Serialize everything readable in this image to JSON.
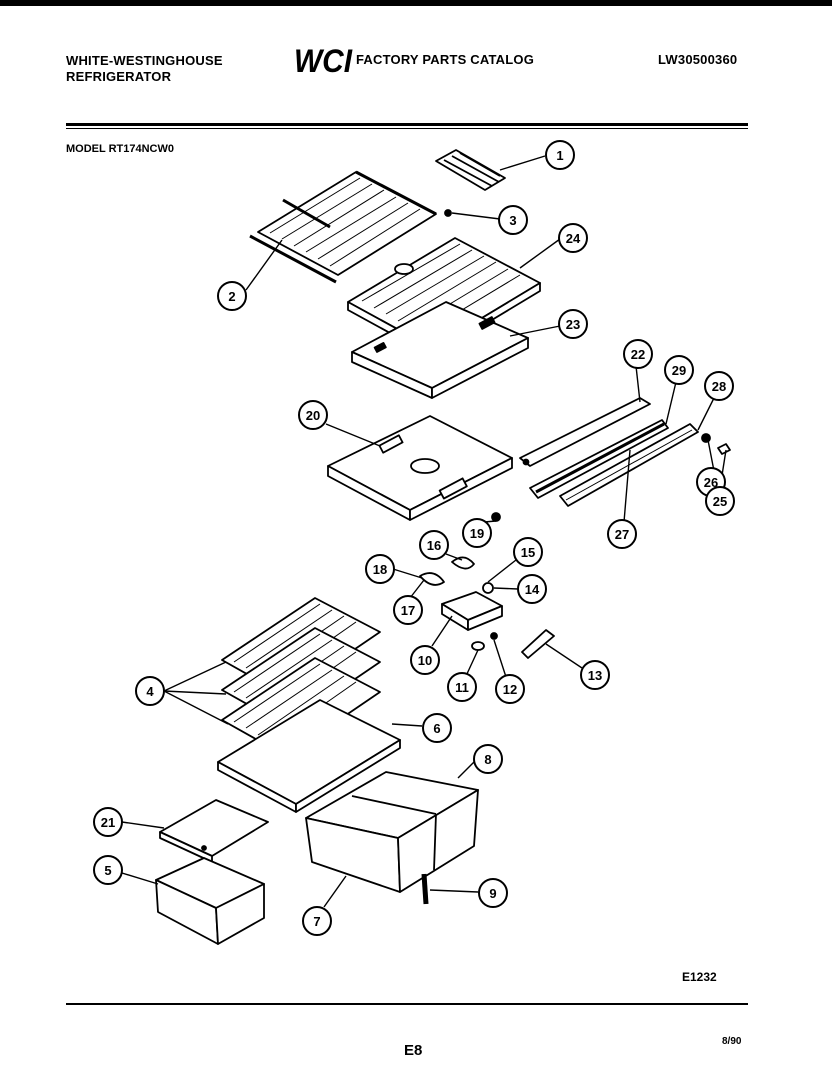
{
  "header": {
    "brand_line1": "WHITE-WESTINGHOUSE",
    "brand_line2": "REFRIGERATOR",
    "logo_text": "WCI",
    "catalog_title": "FACTORY PARTS CATALOG",
    "catalog_number": "LW30500360"
  },
  "model_label": "MODEL RT174NCW0",
  "figure_id": "E1232",
  "page_number": "E8",
  "date": "8/90",
  "callouts": [
    "1",
    "2",
    "3",
    "24",
    "23",
    "22",
    "29",
    "28",
    "20",
    "26",
    "25",
    "27",
    "19",
    "16",
    "15",
    "18",
    "14",
    "17",
    "10",
    "11",
    "12",
    "13",
    "4",
    "6",
    "8",
    "21",
    "5",
    "7",
    "9"
  ]
}
